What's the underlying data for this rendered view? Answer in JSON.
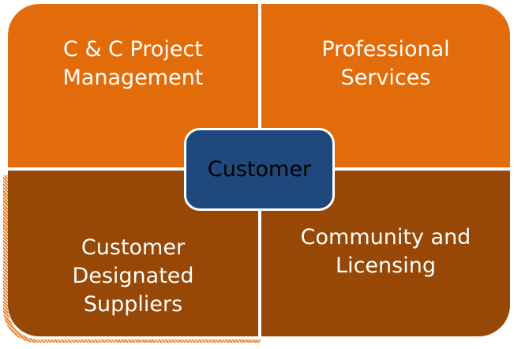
{
  "diagram": {
    "center": {
      "label": "Customer",
      "color": "#1F497D"
    },
    "quadrants": [
      {
        "position": "top-left",
        "lines": [
          "C & C Project",
          "Management"
        ],
        "color": "#E36C0A"
      },
      {
        "position": "top-right",
        "lines": [
          "Professional",
          "Services"
        ],
        "color": "#E36C0A"
      },
      {
        "position": "bottom-left",
        "lines": [
          "Customer",
          "Designated",
          "Suppliers"
        ],
        "color": "#974806"
      },
      {
        "position": "bottom-right",
        "lines": [
          "Community and",
          "Licensing"
        ],
        "color": "#974806"
      }
    ]
  }
}
